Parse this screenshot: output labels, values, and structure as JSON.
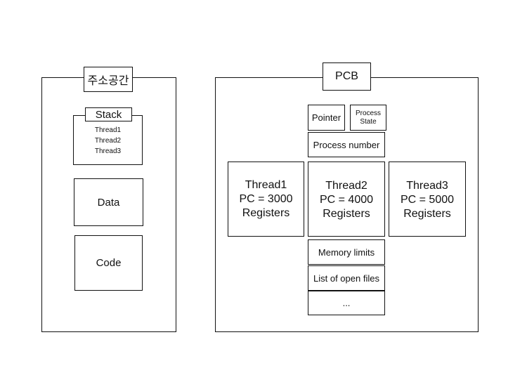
{
  "address_space": {
    "title": "주소공간",
    "stack": {
      "label": "Stack",
      "threads": [
        "Thread1",
        "Thread2",
        "Thread3"
      ]
    },
    "data_label": "Data",
    "code_label": "Code"
  },
  "pcb": {
    "title": "PCB",
    "pointer_label": "Pointer",
    "process_state_label_1": "Process",
    "process_state_label_2": "State",
    "process_number_label": "Process number",
    "threads": [
      {
        "name": "Thread1",
        "pc": "PC = 3000",
        "registers": "Registers"
      },
      {
        "name": "Thread2",
        "pc": "PC = 4000",
        "registers": "Registers"
      },
      {
        "name": "Thread3",
        "pc": "PC = 5000",
        "registers": "Registers"
      }
    ],
    "memory_limits_label": "Memory limits",
    "open_files_label": "List of open files",
    "ellipsis_label": "..."
  }
}
